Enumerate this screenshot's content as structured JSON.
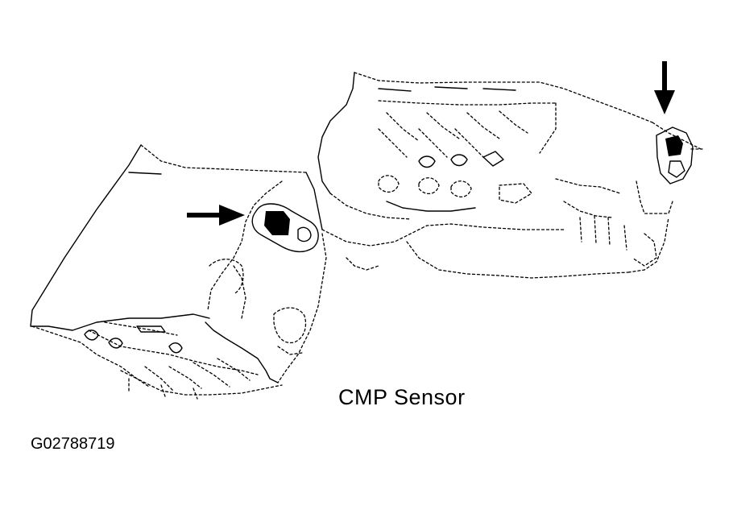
{
  "figure": {
    "callout_label": "CMP Sensor",
    "figure_id": "G02788719",
    "ink_color": "#000000",
    "background_color": "#ffffff"
  },
  "arrows": [
    {
      "name": "left-sensor-arrow",
      "direction": "right"
    },
    {
      "name": "right-sensor-arrow",
      "direction": "down"
    }
  ]
}
